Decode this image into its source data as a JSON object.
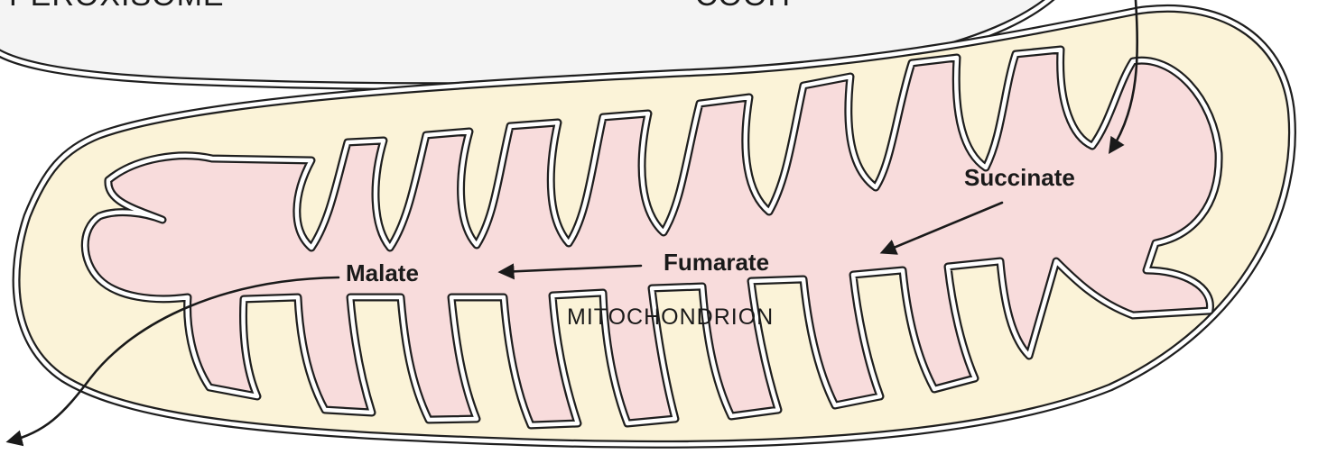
{
  "diagram": {
    "labels": {
      "peroxisome": "PEROXISOME",
      "coa": "COOH",
      "succinate": "Succinate",
      "fumarate": "Fumarate",
      "malate": "Malate",
      "mitochondrion": "MITOCHONDRION"
    },
    "colors": {
      "outer_compartment_fill": "#fbf3d8",
      "matrix_fill": "#f8dcdc",
      "membrane_stroke": "#1f1f1f",
      "peroxisome_fill": "#f4f4f4",
      "text": "#1a1a1a"
    }
  }
}
